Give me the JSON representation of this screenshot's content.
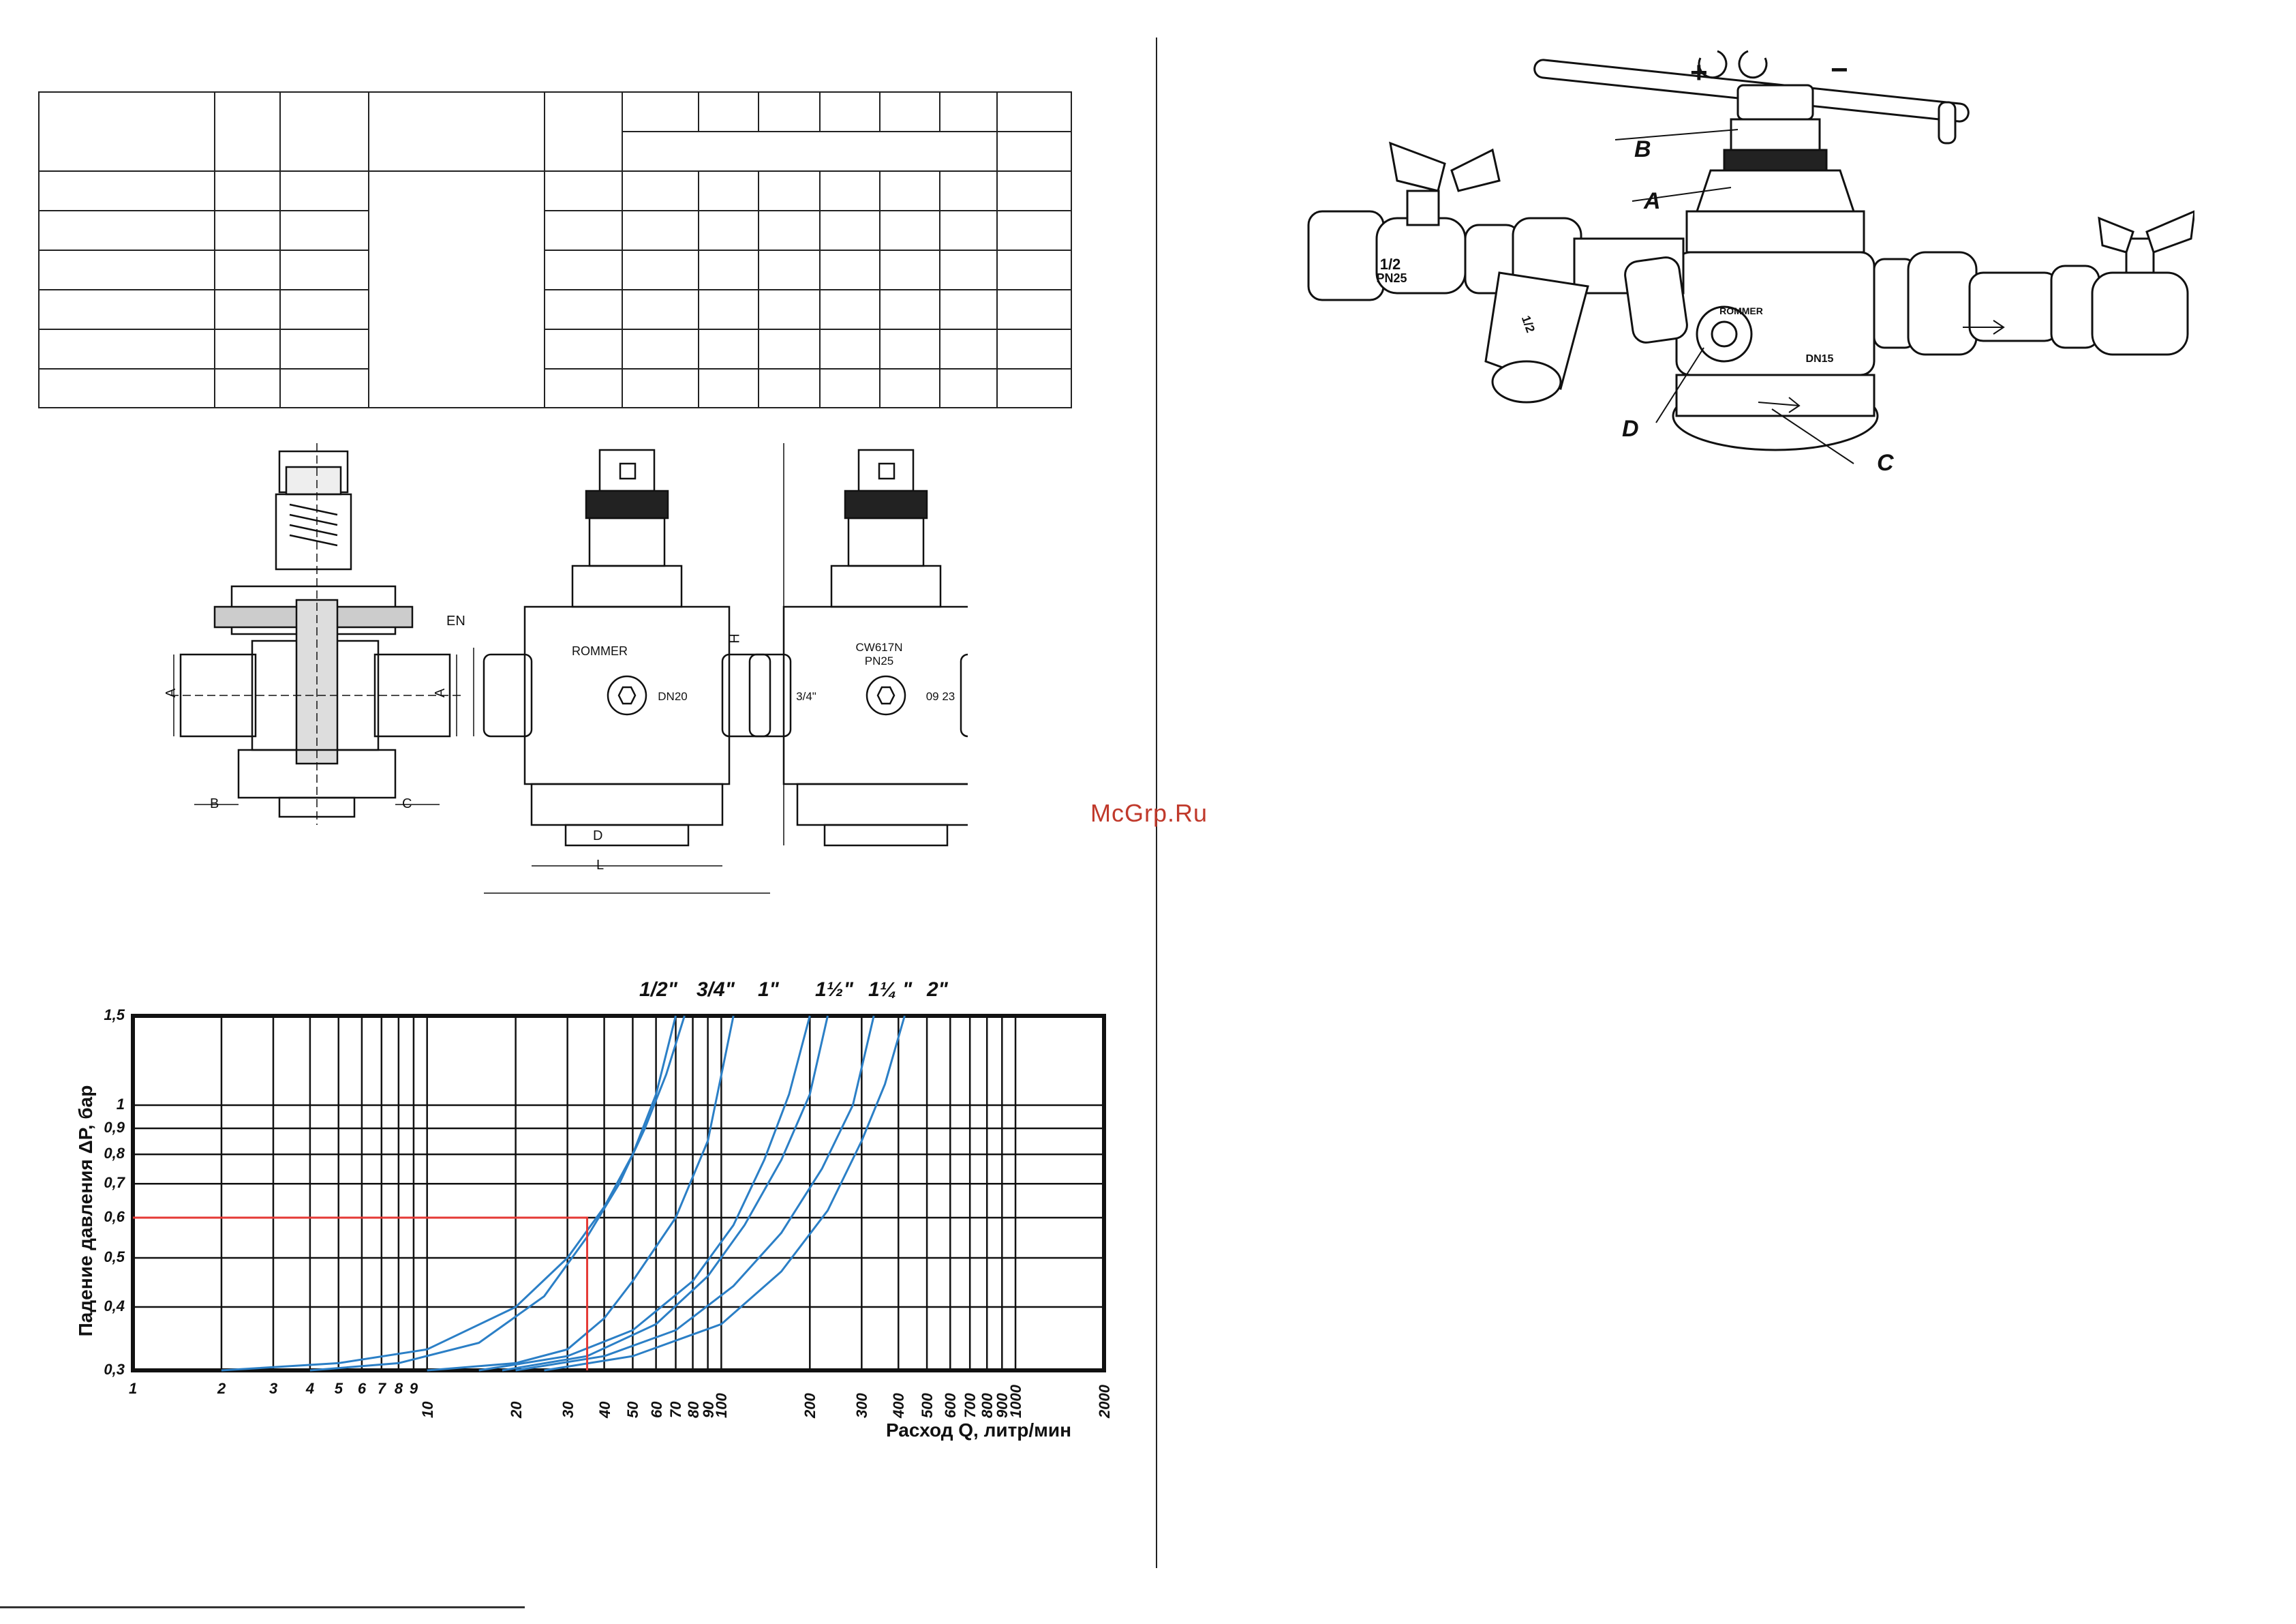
{
  "watermark": "McGrp.Ru",
  "spec_table": {
    "rows": 8,
    "note": ""
  },
  "drawings": {
    "dim_labels": {
      "A_left": "A",
      "A_right": "A",
      "B": "B",
      "C": "C",
      "EN": "EN",
      "D": "D",
      "L": "L",
      "H": "H"
    },
    "front_view": {
      "brand": "ROMMER",
      "size": "DN20"
    },
    "back_view": {
      "material": "CW617N",
      "pressure": "PN25",
      "thread": "3/4\"",
      "date": "09 23"
    }
  },
  "assembly": {
    "callouts": {
      "A": "A",
      "B": "B",
      "C": "C",
      "D": "D"
    },
    "symbols": {
      "plus": "+",
      "minus": "−"
    },
    "labels": {
      "ball_valve_size": "1/2",
      "ball_valve_pn": "PN25",
      "filter_size": "1/2",
      "body_brand": "ROMMER",
      "body_dn": "DN15"
    }
  },
  "chart_data": {
    "type": "line",
    "title": "",
    "xlabel": "Расход Q, литр/мин",
    "ylabel": "Падение давления ΔP, бар",
    "x_scale": "log",
    "y_scale": "log",
    "xlim": [
      1,
      2000
    ],
    "ylim": [
      0.3,
      1.5
    ],
    "x_ticks": [
      "1",
      "2",
      "3",
      "4",
      "5",
      "6",
      "7",
      "8",
      "9",
      "10",
      "20",
      "30",
      "40",
      "50",
      "60",
      "70",
      "80",
      "90",
      "100",
      "200",
      "300",
      "400",
      "500",
      "600",
      "700",
      "800",
      "900",
      "1000",
      "2000"
    ],
    "y_ticks": [
      "1,5",
      "1",
      "0,9",
      "0,8",
      "0,7",
      "0,6",
      "0,5",
      "0,4",
      "0,3"
    ],
    "grid": true,
    "series_labels": [
      "1/2\"",
      "3/4\"",
      "1\"",
      "1½\"",
      "1¼ \"",
      "2\""
    ],
    "series": [
      {
        "name": "1/2\"",
        "color": "#2b7fc6",
        "x": [
          2,
          5,
          10,
          20,
          30,
          40,
          50,
          60,
          70
        ],
        "y": [
          0.3,
          0.31,
          0.33,
          0.4,
          0.5,
          0.63,
          0.8,
          1.05,
          1.5
        ]
      },
      {
        "name": "1/2\"",
        "color": "#2b7fc6",
        "x": [
          4,
          8,
          15,
          25,
          35,
          45,
          55,
          65,
          75
        ],
        "y": [
          0.3,
          0.31,
          0.34,
          0.42,
          0.55,
          0.7,
          0.9,
          1.15,
          1.5
        ]
      },
      {
        "name": "3/4\"",
        "color": "#2b7fc6",
        "x": [
          10,
          20,
          30,
          40,
          50,
          70,
          90,
          110
        ],
        "y": [
          0.3,
          0.31,
          0.33,
          0.38,
          0.45,
          0.6,
          0.85,
          1.5
        ]
      },
      {
        "name": "1\"",
        "color": "#2b7fc6",
        "x": [
          15,
          30,
          50,
          80,
          110,
          140,
          170,
          200
        ],
        "y": [
          0.3,
          0.32,
          0.36,
          0.45,
          0.58,
          0.78,
          1.05,
          1.5
        ]
      },
      {
        "name": "1½\"",
        "color": "#2b7fc6",
        "x": [
          18,
          35,
          60,
          90,
          120,
          160,
          200,
          230
        ],
        "y": [
          0.3,
          0.32,
          0.37,
          0.46,
          0.58,
          0.78,
          1.05,
          1.5
        ]
      },
      {
        "name": "1¼ \"",
        "color": "#2b7fc6",
        "x": [
          20,
          40,
          70,
          110,
          160,
          220,
          280,
          330
        ],
        "y": [
          0.3,
          0.32,
          0.36,
          0.44,
          0.56,
          0.75,
          1.0,
          1.5
        ]
      },
      {
        "name": "2\"",
        "color": "#2b7fc6",
        "x": [
          25,
          50,
          100,
          160,
          230,
          300,
          360,
          420
        ],
        "y": [
          0.3,
          0.32,
          0.37,
          0.47,
          0.62,
          0.85,
          1.1,
          1.5
        ]
      }
    ],
    "marker": {
      "color": "#e53935",
      "x": 35,
      "y": 0.6
    }
  }
}
